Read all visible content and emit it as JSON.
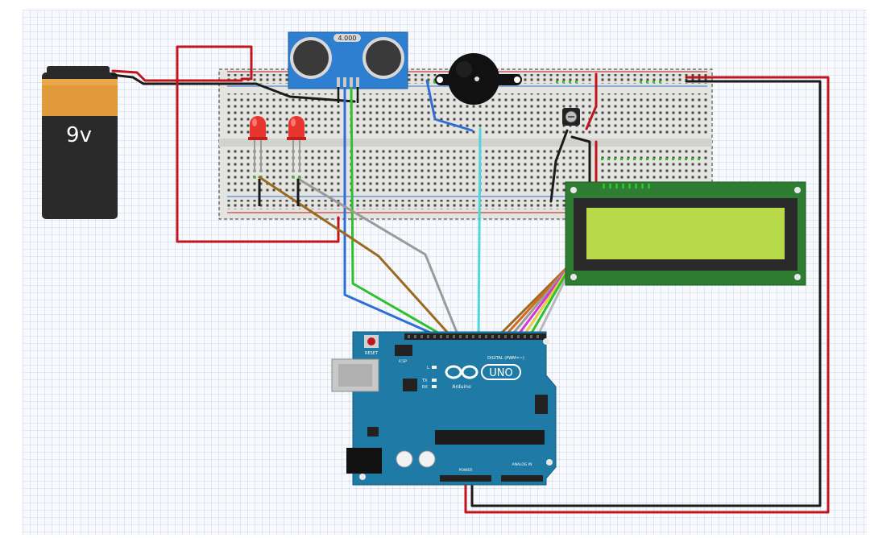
{
  "battery": {
    "label": "9v"
  },
  "ultrasonic_sensor": {
    "label": "4.000"
  },
  "arduino": {
    "logo": "UNO",
    "brand": "Arduino",
    "reset_label": "RESET",
    "icsp_label": "ICSP",
    "tx_label": "TX",
    "rx_label": "RX",
    "l_label": "L",
    "digital_label": "DIGITAL (PWM=~)",
    "power_label": "POWER",
    "analog_label": "ANALOG IN"
  },
  "colors": {
    "wire_red": "#c0151c",
    "wire_black": "#1b1b1b",
    "wire_blue": "#2e6fd6",
    "wire_green": "#2fbf2f",
    "wire_cyan": "#4fd6dc",
    "wire_brown": "#9c6a1e",
    "wire_gray": "#9a9a9a",
    "wire_orange": "#d2691e",
    "wire_magenta": "#d634d6",
    "wire_yellow": "#e0d03a",
    "board_blue": "#1f7aa6",
    "lcd_green": "#b7d94a"
  }
}
